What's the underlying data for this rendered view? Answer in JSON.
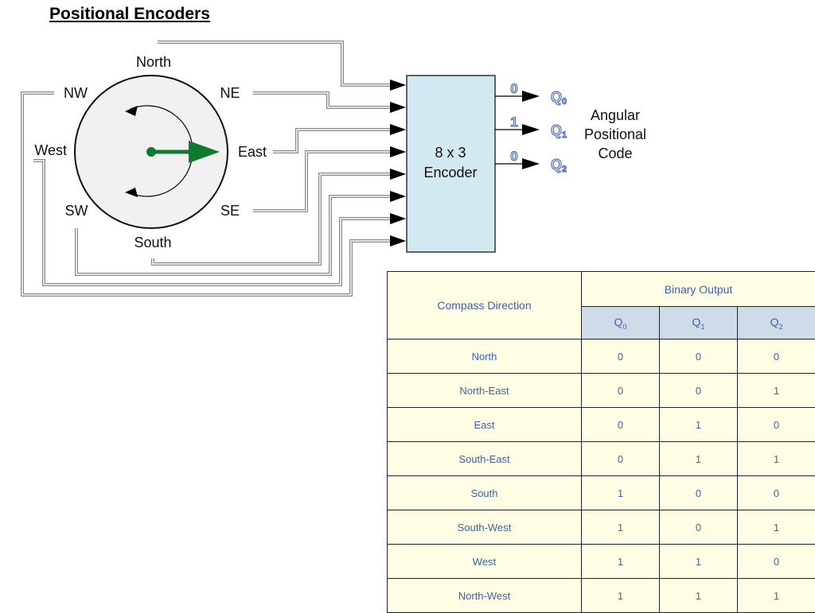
{
  "page": {
    "title": "Positional Encoders"
  },
  "compass": {
    "north": "North",
    "ne": "NE",
    "east": "East",
    "se": "SE",
    "south": "South",
    "sw": "SW",
    "west": "West",
    "nw": "NW"
  },
  "encoder": {
    "line1": "8 x 3",
    "line2": "Encoder"
  },
  "outputs": [
    {
      "bit": "0",
      "label": "Q",
      "sub": "0"
    },
    {
      "bit": "1",
      "label": "Q",
      "sub": "1"
    },
    {
      "bit": "0",
      "label": "Q",
      "sub": "2"
    }
  ],
  "code_label": {
    "line1": "Angular",
    "line2": "Positional",
    "line3": "Code"
  },
  "table": {
    "col_direction": "Compass Direction",
    "col_output": "Binary Output",
    "sub_cols": [
      {
        "label": "Q",
        "sub": "0"
      },
      {
        "label": "Q",
        "sub": "1"
      },
      {
        "label": "Q",
        "sub": "2"
      }
    ],
    "rows": [
      {
        "direction": "North",
        "q0": "0",
        "q1": "0",
        "q2": "0"
      },
      {
        "direction": "North-East",
        "q0": "0",
        "q1": "0",
        "q2": "1"
      },
      {
        "direction": "East",
        "q0": "0",
        "q1": "1",
        "q2": "0"
      },
      {
        "direction": "South-East",
        "q0": "0",
        "q1": "1",
        "q2": "1"
      },
      {
        "direction": "South",
        "q0": "1",
        "q1": "0",
        "q2": "0"
      },
      {
        "direction": "South-West",
        "q0": "1",
        "q1": "0",
        "q2": "1"
      },
      {
        "direction": "West",
        "q0": "1",
        "q1": "1",
        "q2": "0"
      },
      {
        "direction": "North-West",
        "q0": "1",
        "q1": "1",
        "q2": "1"
      }
    ]
  },
  "colors": {
    "arrow": "#0e7a2f",
    "label_blue": "#3c63a8",
    "encoder_fill": "#d3e9f1",
    "table_fill": "#fffde3",
    "table_header": "#d0dbe9"
  }
}
